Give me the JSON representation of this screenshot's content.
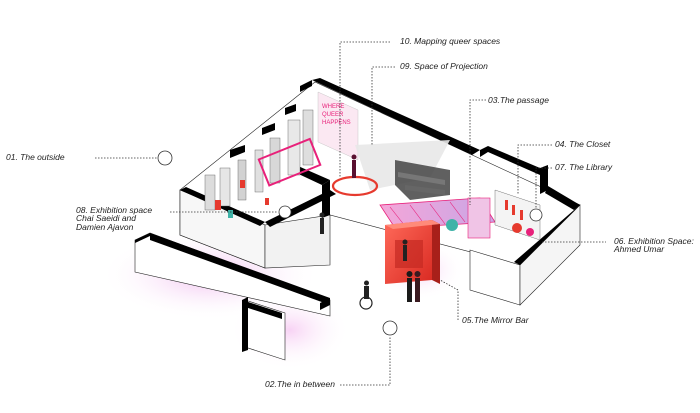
{
  "labels": {
    "outside": "01. The outside",
    "in_between": "02.The in between",
    "passage": "03.The passage",
    "closet": "04. The Closet",
    "mirror_bar": "05.The Mirror Bar",
    "exhibition_ahmed_title": "06. Exhibition Space:",
    "exhibition_ahmed_artist": "Ahmed Umar",
    "library": "07. The Library",
    "exhibition_chai_title": "08. Exhibition space",
    "exhibition_chai_artist": "Chai Saeidi and Damien Ajavon",
    "projection": "09. Space of Projection",
    "mapping": "10. Mapping queer spaces"
  },
  "sign_text": [
    "WHERE",
    "QUEER",
    "HAPPENS"
  ],
  "colors": {
    "wall": "#000000",
    "accent_red": "#e63a2e",
    "accent_pink": "#e8217a",
    "lilac": "#c9a6e6",
    "glow": "#f3c6f0",
    "teal": "#3fb3a8"
  }
}
